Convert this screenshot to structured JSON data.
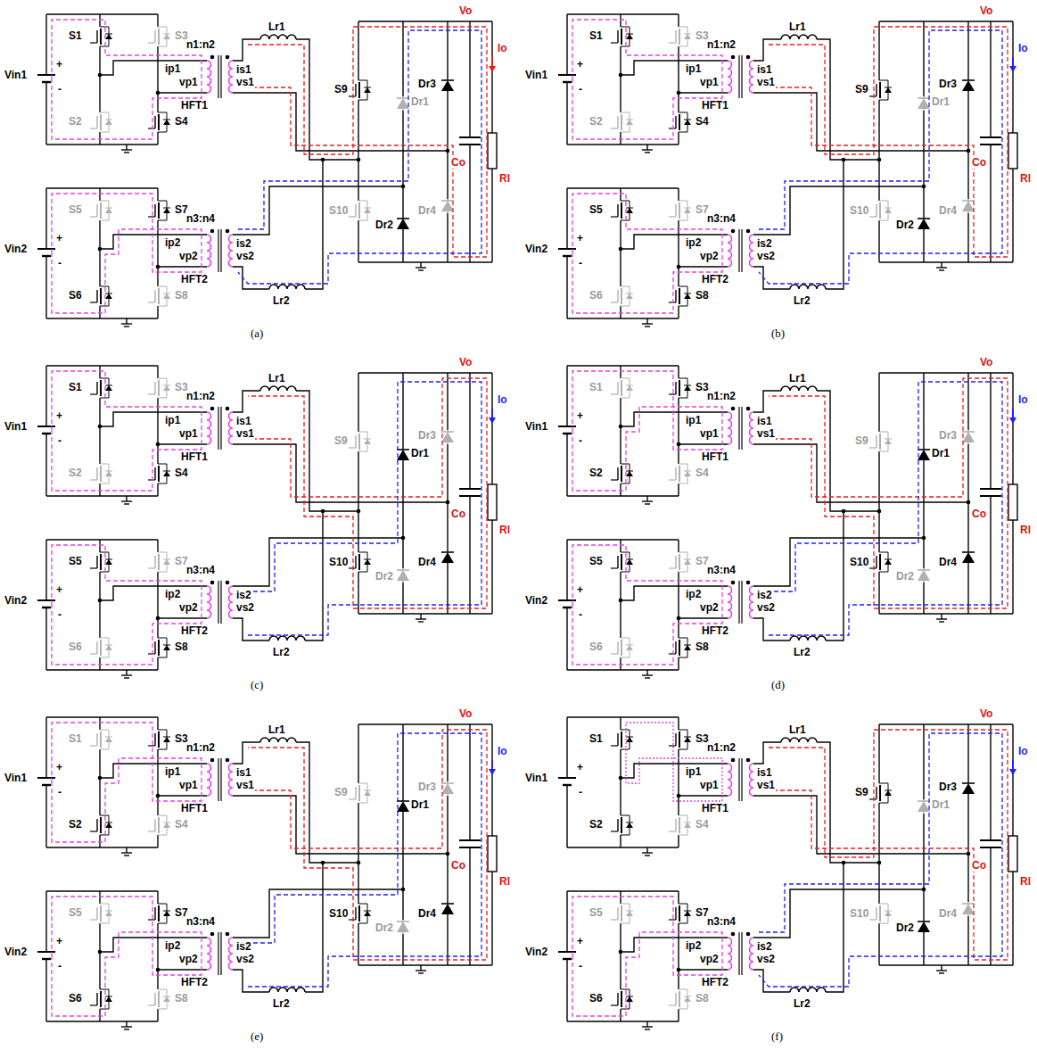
{
  "diagram": {
    "labels": [
      "Vin1",
      "+",
      "-",
      "S1",
      "S3",
      "S2",
      "S4",
      "n1:n2",
      "ip1",
      "vp1",
      "HFT1",
      "is1",
      "vs1",
      "Lr1",
      "Vo",
      "Io",
      "S9",
      "Dr1",
      "Dr3",
      "Co",
      "Rl",
      "Vin2",
      "+",
      "-",
      "S5",
      "S7",
      "S6",
      "S8",
      "n3:n4",
      "ip2",
      "vp2",
      "HFT2",
      "is2",
      "vs2",
      "S10",
      "Dr2",
      "Dr4",
      "Lr2",
      "(a)",
      "Vin1",
      "+",
      "-",
      "S1",
      "S3",
      "S2",
      "S4",
      "n1:n2",
      "ip1",
      "vp1",
      "HFT1",
      "is1",
      "vs1",
      "Lr1",
      "Vo",
      "Io",
      "S9",
      "Dr1",
      "Dr3",
      "Co",
      "Rl",
      "Vin2",
      "+",
      "-",
      "S5",
      "S7",
      "S6",
      "S8",
      "n3:n4",
      "ip2",
      "vp2",
      "HFT2",
      "is2",
      "vs2",
      "S10",
      "Dr2",
      "Dr4",
      "Lr2",
      "(b)",
      "Vin1",
      "+",
      "-",
      "S1",
      "S3",
      "S2",
      "S4",
      "n1:n2",
      "ip1",
      "vp1",
      "HFT1",
      "is1",
      "vs1",
      "Lr1",
      "Vo",
      "Io",
      "S9",
      "Dr1",
      "Dr3",
      "Co",
      "Rl",
      "Vin2",
      "+",
      "-",
      "S5",
      "S7",
      "S6",
      "S8",
      "n3:n4",
      "ip2",
      "vp2",
      "HFT2",
      "is2",
      "vs2",
      "S10",
      "Dr2",
      "Dr4",
      "Lr2",
      "(c)",
      "Vin1",
      "+",
      "-",
      "S1",
      "S3",
      "S2",
      "S4",
      "n1:n2",
      "ip1",
      "vp1",
      "HFT1",
      "is1",
      "vs1",
      "Lr1",
      "Vo",
      "Io",
      "S9",
      "Dr1",
      "Dr3",
      "Co",
      "Rl",
      "Vin2",
      "+",
      "-",
      "S5",
      "S7",
      "S6",
      "S8",
      "n3:n4",
      "ip2",
      "vp2",
      "HFT2",
      "is2",
      "vs2",
      "S10",
      "Dr2",
      "Dr4",
      "Lr2",
      "(d)",
      "Vin1",
      "+",
      "-",
      "S1",
      "S3",
      "S2",
      "S4",
      "n1:n2",
      "ip1",
      "vp1",
      "HFT1",
      "is1",
      "vs1",
      "Lr1",
      "Vo",
      "Io",
      "S9",
      "Dr1",
      "Dr3",
      "Co",
      "Rl",
      "Vin2",
      "+",
      "-",
      "S5",
      "S7",
      "S6",
      "S8",
      "n3:n4",
      "ip2",
      "vp2",
      "HFT2",
      "is2",
      "vs2",
      "S10",
      "Dr2",
      "Dr4",
      "Lr2",
      "(e)",
      "Vin1",
      "+",
      "-",
      "S1",
      "S3",
      "S2",
      "S4",
      "n1:n2",
      "ip1",
      "vp1",
      "HFT1",
      "is1",
      "vs1",
      "Lr1",
      "Vo",
      "Io",
      "S9",
      "Dr1",
      "Dr3",
      "Co",
      "Rl",
      "Vin2",
      "+",
      "-",
      "S5",
      "S7",
      "S6",
      "S8",
      "n3:n4",
      "ip2",
      "vp2",
      "HFT2",
      "is2",
      "vs2",
      "S10",
      "Dr2",
      "Dr4",
      "Lr2",
      "(f)"
    ]
  }
}
